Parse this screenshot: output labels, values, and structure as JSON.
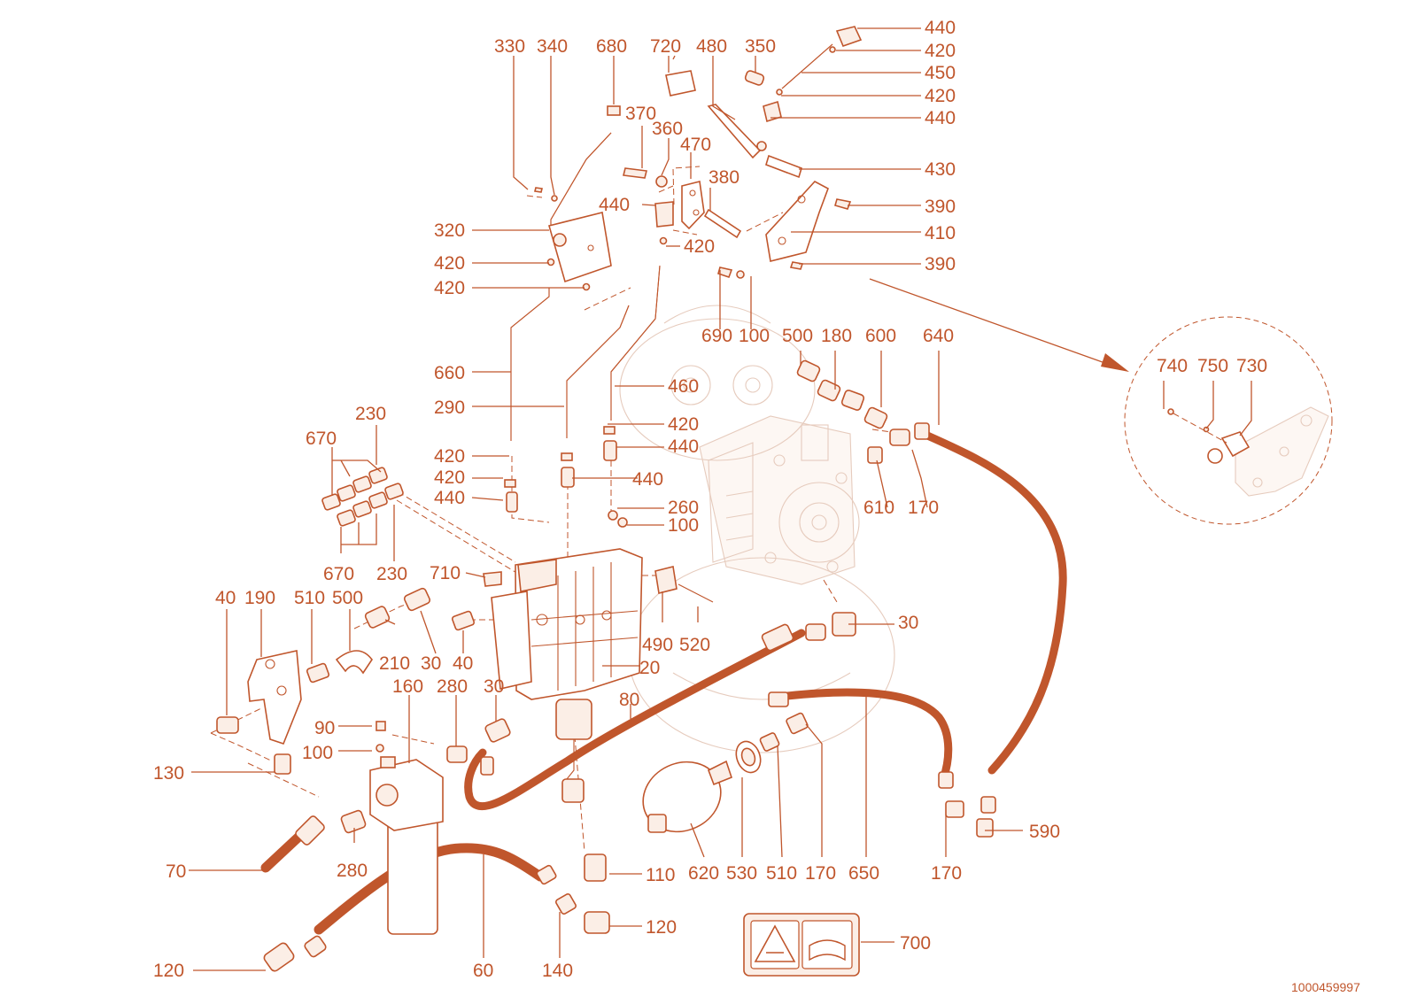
{
  "document_number": "1000459997",
  "colors": {
    "line": "#c0562c",
    "ghost": "#e6cbbd",
    "fill": "#fbeee6"
  },
  "labels": [
    {
      "id": "c330",
      "text": "330"
    },
    {
      "id": "c340",
      "text": "340"
    },
    {
      "id": "c680",
      "text": "680"
    },
    {
      "id": "c720",
      "text": "720"
    },
    {
      "id": "c480",
      "text": "480"
    },
    {
      "id": "c350",
      "text": "350"
    },
    {
      "id": "c440a",
      "text": "440"
    },
    {
      "id": "c420a",
      "text": "420"
    },
    {
      "id": "c450",
      "text": "450"
    },
    {
      "id": "c420b",
      "text": "420"
    },
    {
      "id": "c440b",
      "text": "440"
    },
    {
      "id": "c370",
      "text": "370"
    },
    {
      "id": "c360",
      "text": "360"
    },
    {
      "id": "c470",
      "text": "470"
    },
    {
      "id": "c380",
      "text": "380"
    },
    {
      "id": "c430",
      "text": "430"
    },
    {
      "id": "c390a",
      "text": "390"
    },
    {
      "id": "c440c",
      "text": "440"
    },
    {
      "id": "c410",
      "text": "410"
    },
    {
      "id": "c420c",
      "text": "420"
    },
    {
      "id": "c390b",
      "text": "390"
    },
    {
      "id": "c320",
      "text": "320"
    },
    {
      "id": "c420d",
      "text": "420"
    },
    {
      "id": "c420e",
      "text": "420"
    },
    {
      "id": "c690",
      "text": "690"
    },
    {
      "id": "c100a",
      "text": "100"
    },
    {
      "id": "c500a",
      "text": "500"
    },
    {
      "id": "c180",
      "text": "180"
    },
    {
      "id": "c600",
      "text": "600"
    },
    {
      "id": "c640",
      "text": "640"
    },
    {
      "id": "c740",
      "text": "740"
    },
    {
      "id": "c750",
      "text": "750"
    },
    {
      "id": "c730",
      "text": "730"
    },
    {
      "id": "c660",
      "text": "660"
    },
    {
      "id": "c460",
      "text": "460"
    },
    {
      "id": "c290",
      "text": "290"
    },
    {
      "id": "c230a",
      "text": "230"
    },
    {
      "id": "c670a",
      "text": "670"
    },
    {
      "id": "c420f",
      "text": "420"
    },
    {
      "id": "c440d",
      "text": "440"
    },
    {
      "id": "c420g",
      "text": "420"
    },
    {
      "id": "c420h",
      "text": "420"
    },
    {
      "id": "c440e",
      "text": "440"
    },
    {
      "id": "c440f",
      "text": "440"
    },
    {
      "id": "c610",
      "text": "610"
    },
    {
      "id": "c170a",
      "text": "170"
    },
    {
      "id": "c260",
      "text": "260"
    },
    {
      "id": "c100b",
      "text": "100"
    },
    {
      "id": "c670b",
      "text": "670"
    },
    {
      "id": "c230b",
      "text": "230"
    },
    {
      "id": "c710",
      "text": "710"
    },
    {
      "id": "c40a",
      "text": "40"
    },
    {
      "id": "c190",
      "text": "190"
    },
    {
      "id": "c510a",
      "text": "510"
    },
    {
      "id": "c500b",
      "text": "500"
    },
    {
      "id": "c30a",
      "text": "30"
    },
    {
      "id": "c490",
      "text": "490"
    },
    {
      "id": "c520",
      "text": "520"
    },
    {
      "id": "c210",
      "text": "210"
    },
    {
      "id": "c30b",
      "text": "30"
    },
    {
      "id": "c40b",
      "text": "40"
    },
    {
      "id": "c20",
      "text": "20"
    },
    {
      "id": "c160",
      "text": "160"
    },
    {
      "id": "c280a",
      "text": "280"
    },
    {
      "id": "c30c",
      "text": "30"
    },
    {
      "id": "c80",
      "text": "80"
    },
    {
      "id": "c90",
      "text": "90"
    },
    {
      "id": "c100c",
      "text": "100"
    },
    {
      "id": "c130",
      "text": "130"
    },
    {
      "id": "c590",
      "text": "590"
    },
    {
      "id": "c70",
      "text": "70"
    },
    {
      "id": "c280b",
      "text": "280"
    },
    {
      "id": "c110",
      "text": "110"
    },
    {
      "id": "c620",
      "text": "620"
    },
    {
      "id": "c530",
      "text": "530"
    },
    {
      "id": "c510b",
      "text": "510"
    },
    {
      "id": "c170b",
      "text": "170"
    },
    {
      "id": "c650",
      "text": "650"
    },
    {
      "id": "c170c",
      "text": "170"
    },
    {
      "id": "c120a",
      "text": "120"
    },
    {
      "id": "c700",
      "text": "700"
    },
    {
      "id": "c120b",
      "text": "120"
    },
    {
      "id": "c60",
      "text": "60"
    },
    {
      "id": "c140",
      "text": "140"
    }
  ]
}
